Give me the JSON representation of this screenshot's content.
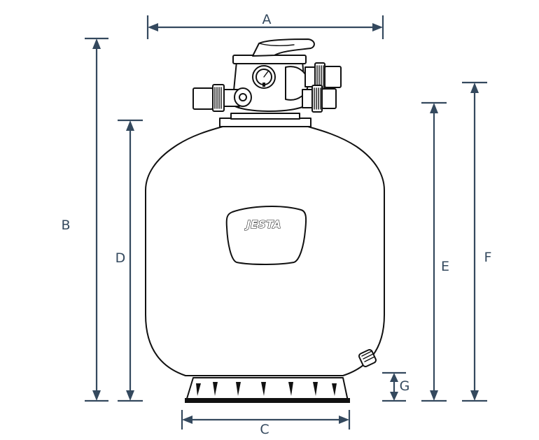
{
  "diagram": {
    "brand_label": "JESTA",
    "dimension_labels": {
      "a": "A",
      "b": "B",
      "c": "C",
      "d": "D",
      "e": "E",
      "f": "F",
      "g": "G"
    },
    "colors": {
      "dimension": "#34495e",
      "outline": "#111111",
      "background": "#ffffff"
    }
  }
}
